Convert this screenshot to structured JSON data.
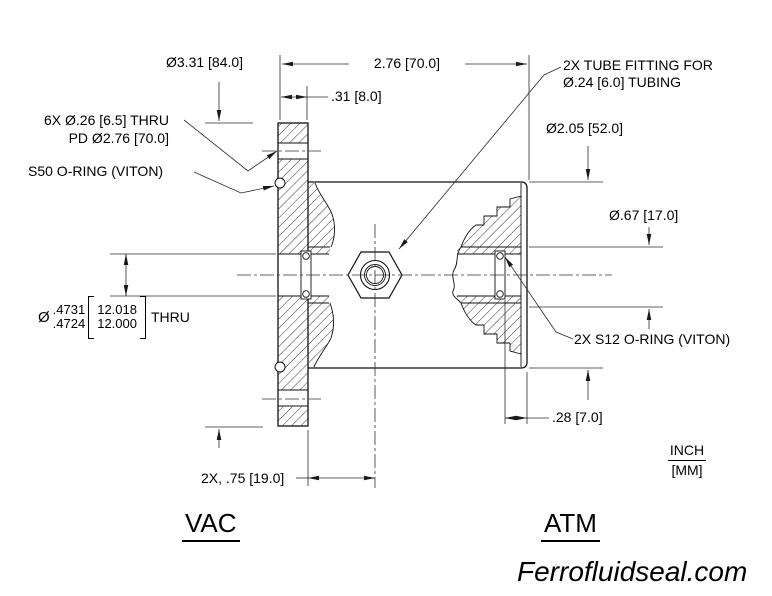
{
  "drawing": {
    "dims": {
      "flange_od": "Ø3.31 [84.0]",
      "overall_length": "2.76 [70.0]",
      "flange_thickness": ".31 [8.0]",
      "body_od": "Ø2.05 [52.0]",
      "bore_od": "Ø.67 [17.0]",
      "oring_offset": ".28 [7.0]",
      "fitting_offset": "2X, .75 [19.0]"
    },
    "callouts": {
      "tube_fitting_line1": "2X TUBE FITTING FOR",
      "tube_fitting_line2": "Ø.24 [6.0] TUBING",
      "bolt_holes_line1": "6X Ø.26 [6.5] THRU",
      "bolt_holes_line2": "PD Ø2.76 [70.0]",
      "s50_oring": "S50 O-RING (VITON)",
      "s12_oring": "2X S12 O-RING (VITON)",
      "shaft_bore": {
        "dia": "Ø",
        "in_hi": ".4731",
        "in_lo": ".4724",
        "mm_hi": "12.018",
        "mm_lo": "12.000",
        "thru": "THRU"
      }
    },
    "units": {
      "inch": "INCH",
      "mm": "[MM]"
    },
    "sides": {
      "left": "VAC",
      "right": "ATM"
    },
    "brand": "Ferrofluidseal.com",
    "colors": {
      "line": "#1a1a1a",
      "dim_line": "#2a2a2a",
      "background": "#ffffff"
    }
  }
}
